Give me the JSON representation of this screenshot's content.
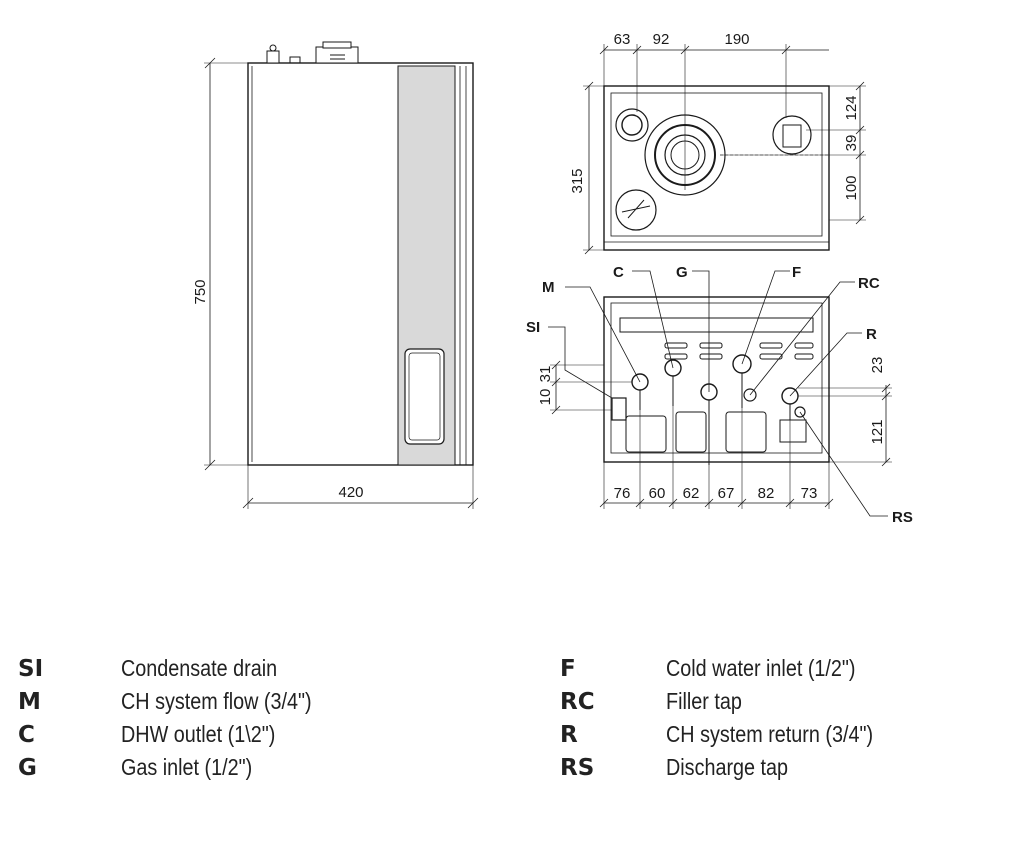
{
  "front_view": {
    "height_dim": "750",
    "width_dim": "420"
  },
  "top_view": {
    "dims_top": [
      "63",
      "92",
      "190"
    ],
    "depth_dim": "315",
    "dims_right": [
      "124",
      "39",
      "100"
    ]
  },
  "bottom_view": {
    "callouts": [
      "M",
      "C",
      "G",
      "F",
      "RC",
      "SI",
      "R",
      "RS"
    ],
    "dims_bottom": [
      "76",
      "60",
      "62",
      "67",
      "82",
      "73"
    ],
    "dims_left": [
      "31",
      "10"
    ],
    "dims_right": [
      "23",
      "121"
    ]
  },
  "legend": {
    "left": [
      {
        "code": "SI",
        "desc": "Condensate drain"
      },
      {
        "code": "M",
        "desc": "CH system flow (3/4\")"
      },
      {
        "code": "C",
        "desc": "DHW outlet (1\\2\")"
      },
      {
        "code": "G",
        "desc": "Gas inlet (1/2\")"
      }
    ],
    "right": [
      {
        "code": "F",
        "desc": "Cold water inlet (1/2\")"
      },
      {
        "code": "RC",
        "desc": "Filler tap"
      },
      {
        "code": "R",
        "desc": "CH system return (3/4\")"
      },
      {
        "code": "RS",
        "desc": "Discharge tap"
      }
    ]
  },
  "colors": {
    "line": "#1a1a1a",
    "panel_fill": "#d9d9d9",
    "body_fill": "#ffffff"
  }
}
